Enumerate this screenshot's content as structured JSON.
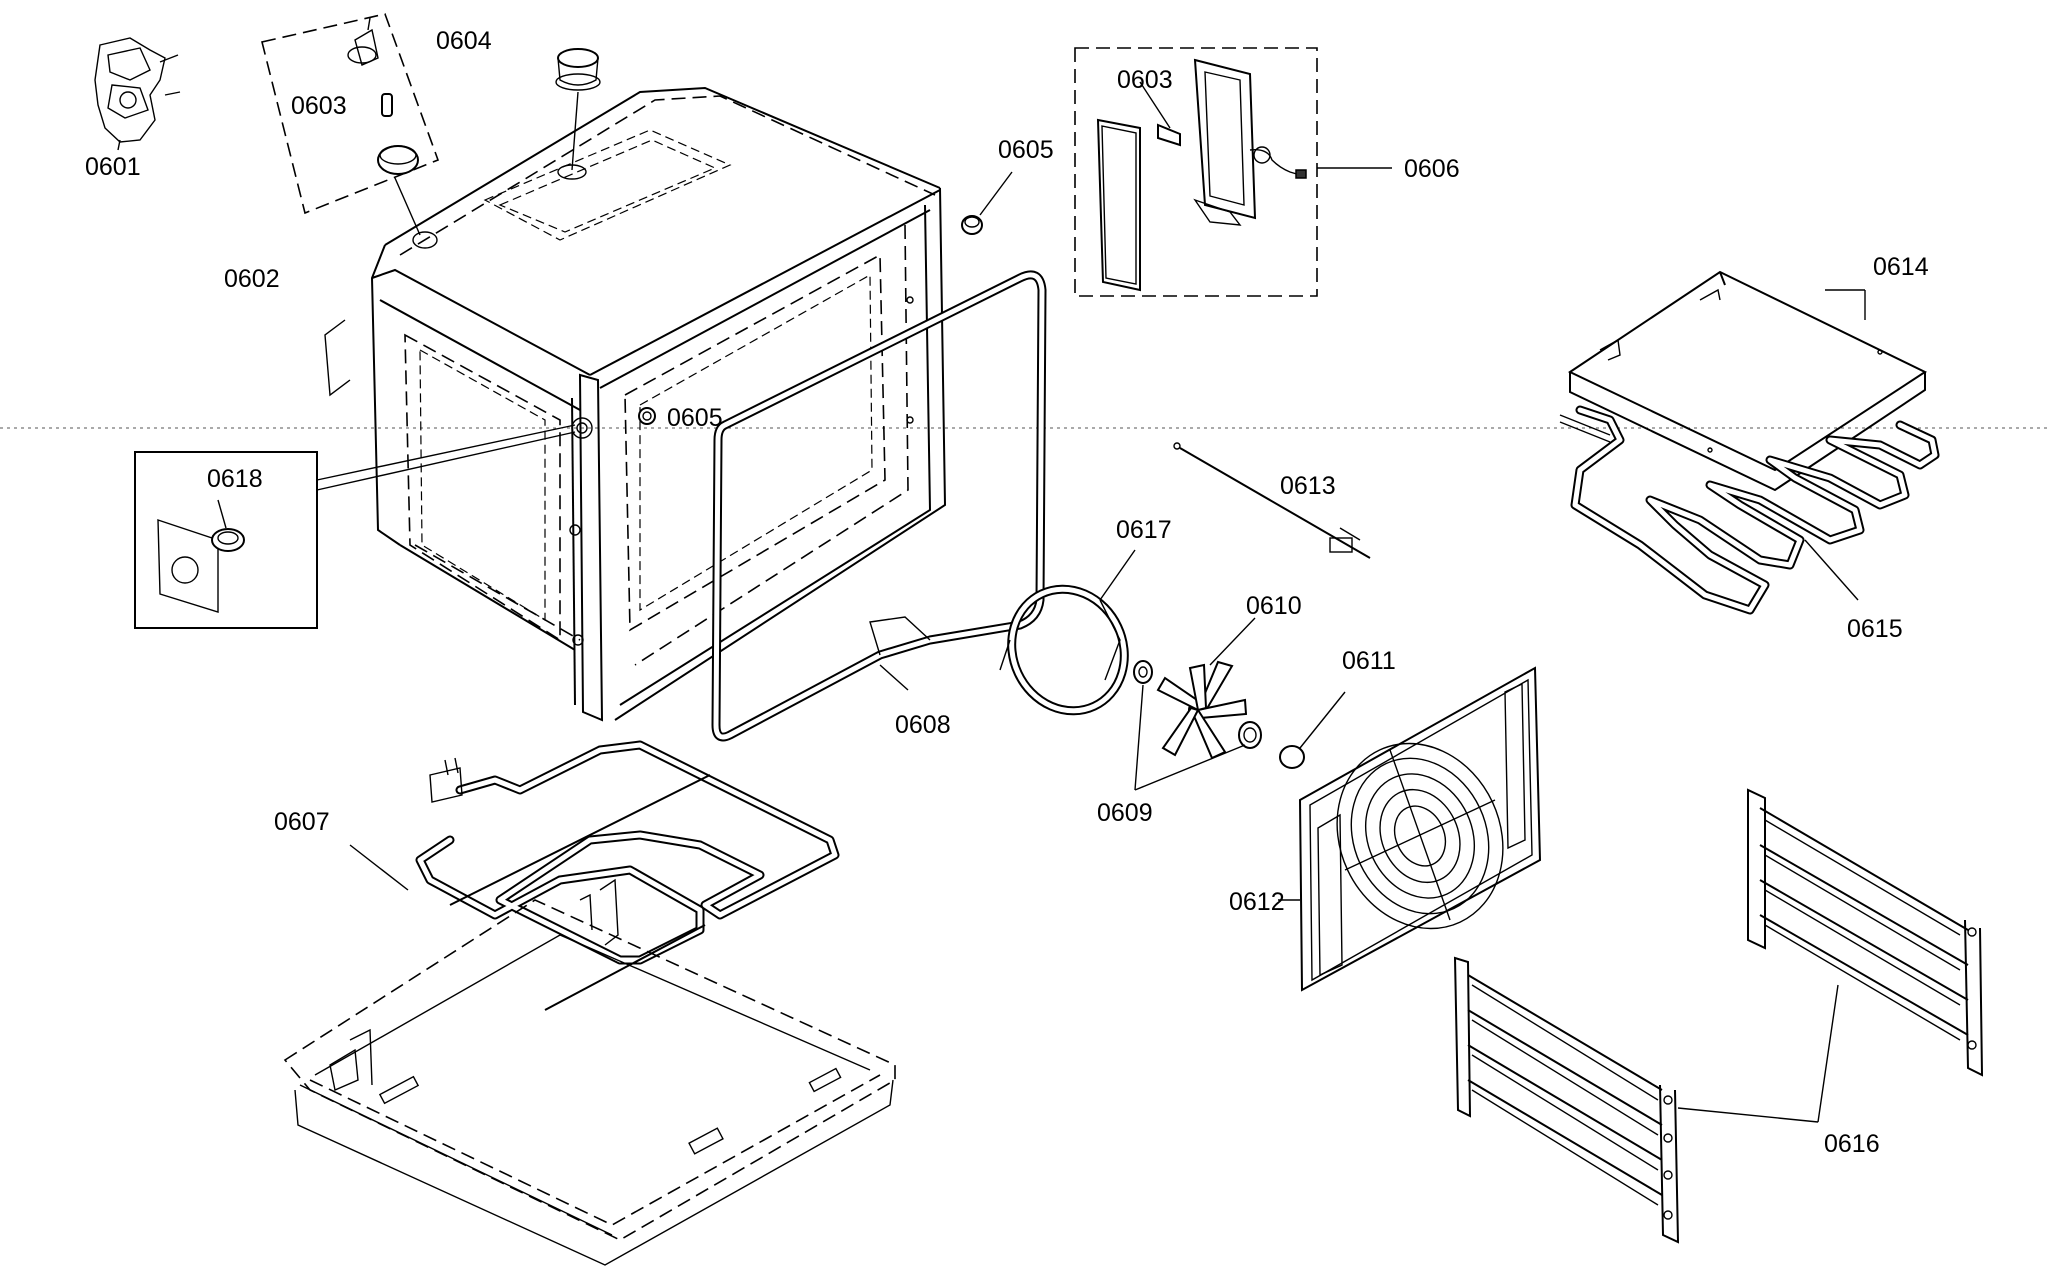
{
  "diagram": {
    "part_labels": {
      "p0601": "0601",
      "p0602": "0602",
      "p0603a": "0603",
      "p0603b": "0603",
      "p0604": "0604",
      "p0605a": "0605",
      "p0605b": "0605",
      "p0606": "0606",
      "p0607": "0607",
      "p0608": "0608",
      "p0609": "0609",
      "p0610": "0610",
      "p0611": "0611",
      "p0612": "0612",
      "p0613": "0613",
      "p0614": "0614",
      "p0615": "0615",
      "p0616": "0616",
      "p0617": "0617",
      "p0618": "0618"
    }
  }
}
